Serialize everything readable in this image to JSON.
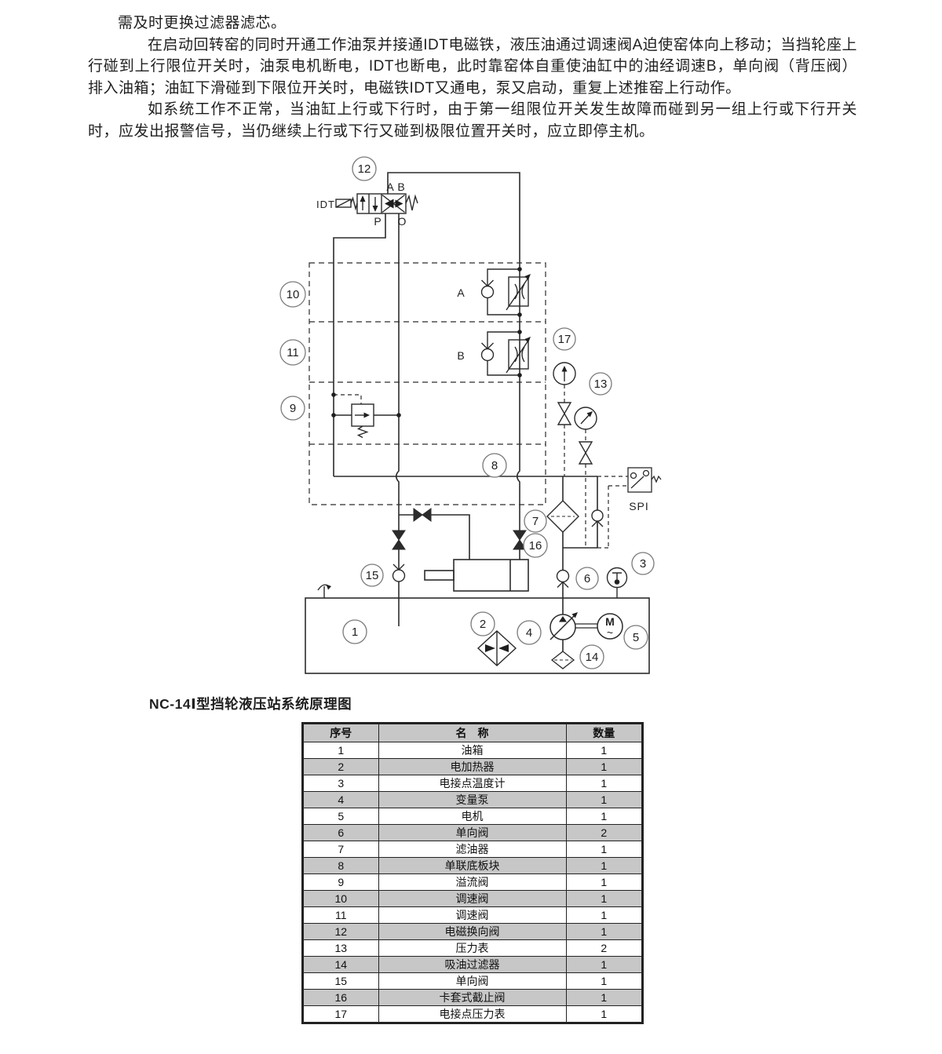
{
  "paragraphs": {
    "p1": "需及时更换过滤器滤芯。",
    "p2": "在启动回转窑的同时开通工作油泵并接通IDT电磁铁，液压油通过调速阀A迫使窑体向上移动；当挡轮座上行碰到上行限位开关时，油泵电机断电，IDT也断电，此时靠窑体自重使油缸中的油经调速B，单向阀（背压阀）排入油箱；油缸下滑碰到下限位开关时，电磁铁IDT又通电，泵又启动，重复上述推窑上行动作。",
    "p3": "如系统工作不正常，当油缸上行或下行时，由于第一组限位开关发生故障而碰到另一组上行或下行开关时，应发出报警信号，当仍继续上行或下行又碰到极限位置开关时，应立即停主机。"
  },
  "caption": "NC-14Ⅰ型挡轮液压站系统原理图",
  "diagram": {
    "labels": {
      "idt": "IDT",
      "port_top_a": "A",
      "port_top_b": "B",
      "port_p": "P",
      "port_o": "O",
      "speed_valve_a": "A",
      "speed_valve_b": "B",
      "pressure_switch": "SPI",
      "motor": "M",
      "motor_phase": "~"
    },
    "callouts": {
      "c1": "1",
      "c2": "2",
      "c3": "3",
      "c4": "4",
      "c5": "5",
      "c6": "6",
      "c7": "7",
      "c8": "8",
      "c9": "9",
      "c10": "10",
      "c11": "11",
      "c12": "12",
      "c13": "13",
      "c14": "14",
      "c15": "15",
      "c16": "16",
      "c17": "17"
    }
  },
  "table": {
    "headers": [
      "序号",
      "名　称",
      "数量"
    ],
    "rows": [
      [
        "1",
        "油箱",
        "1"
      ],
      [
        "2",
        "电加热器",
        "1"
      ],
      [
        "3",
        "电接点温度计",
        "1"
      ],
      [
        "4",
        "变量泵",
        "1"
      ],
      [
        "5",
        "电机",
        "1"
      ],
      [
        "6",
        "单向阀",
        "2"
      ],
      [
        "7",
        "滤油器",
        "1"
      ],
      [
        "8",
        "单联底板块",
        "1"
      ],
      [
        "9",
        "溢流阀",
        "1"
      ],
      [
        "10",
        "调速阀",
        "1"
      ],
      [
        "11",
        "调速阀",
        "1"
      ],
      [
        "12",
        "电磁换向阀",
        "1"
      ],
      [
        "13",
        "压力表",
        "2"
      ],
      [
        "14",
        "吸油过滤器",
        "1"
      ],
      [
        "15",
        "单向阀",
        "1"
      ],
      [
        "16",
        "卡套式截止阀",
        "1"
      ],
      [
        "17",
        "电接点压力表",
        "1"
      ]
    ]
  },
  "colors": {
    "ink": "#1f1f1f",
    "callout_stroke": "#7a7a7a",
    "table_gray": "#c7c7c7",
    "background": "#ffffff"
  }
}
